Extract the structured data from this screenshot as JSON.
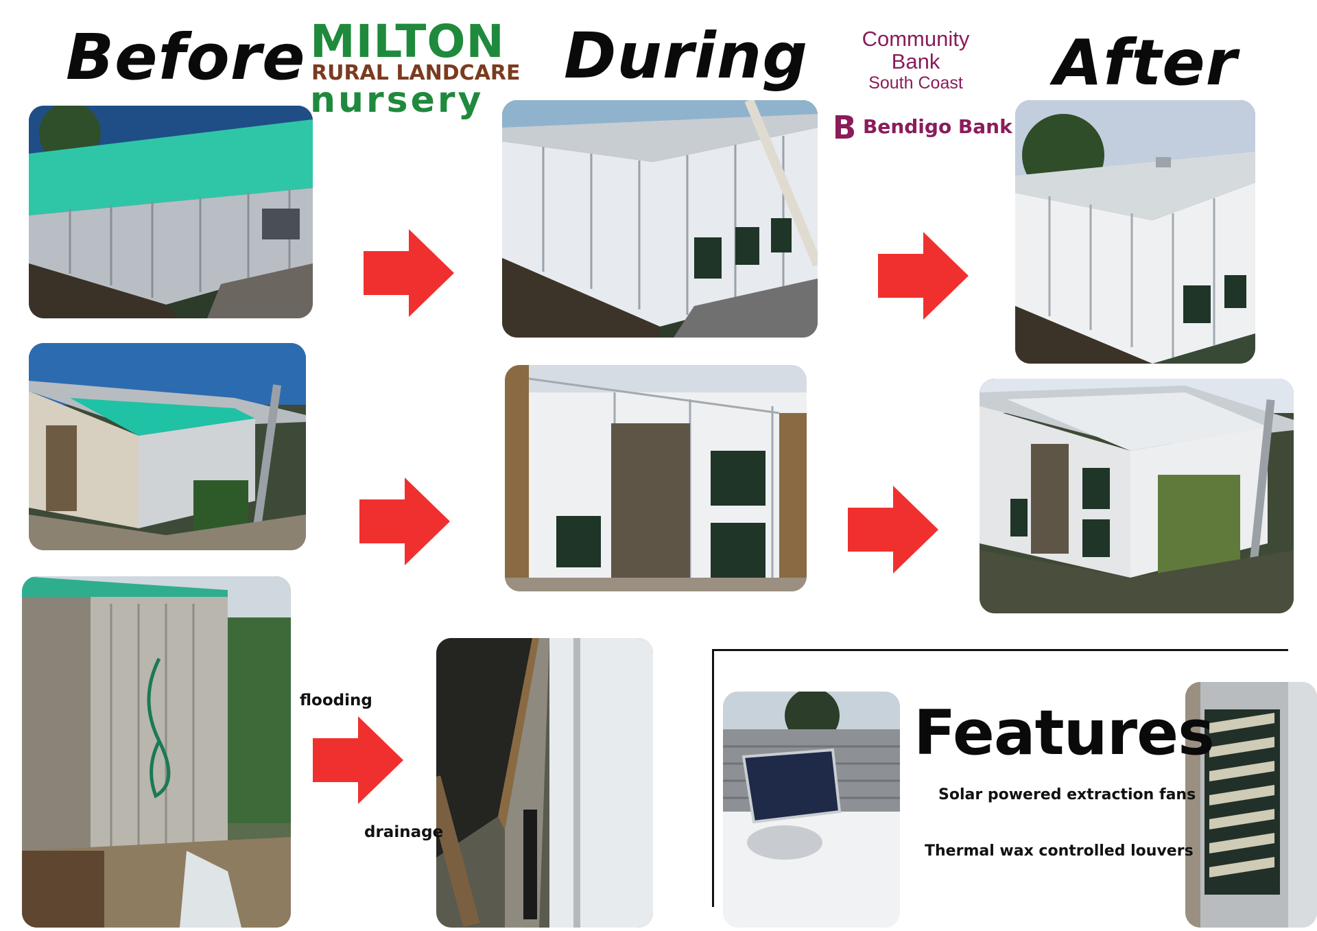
{
  "headings": {
    "before": "Before",
    "during": "During",
    "after": "After"
  },
  "logo_milton": {
    "line1": "MILTON",
    "line2": "RURAL LANDCARE",
    "line3": "nursery"
  },
  "logo_community_bank": {
    "line1": "Community",
    "line2": "Bank",
    "line3": "South Coast"
  },
  "logo_bendigo": {
    "name": "Bendigo Bank"
  },
  "labels": {
    "flooding": "flooding",
    "drainage": "drainage"
  },
  "features": {
    "title": "Features",
    "items": [
      "Solar powered extraction fans",
      "Thermal wax controlled louvers"
    ]
  },
  "colors": {
    "arrow": "#f0302e",
    "bendigo": "#8a1c5a",
    "milton_green": "#1f8a3c",
    "milton_brown": "#7a3b1f"
  }
}
